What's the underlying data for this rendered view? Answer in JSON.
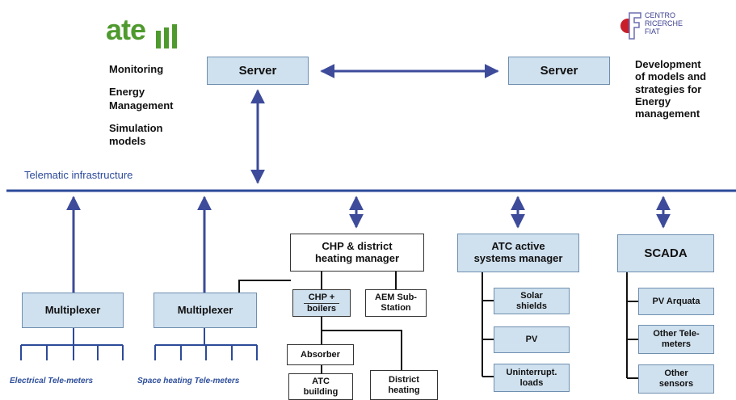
{
  "logos": {
    "ate_logo_text": "ate",
    "crf_line1": "CENTRO",
    "crf_line2": "RICERCHE",
    "crf_line3": "FIAT"
  },
  "left_notes": {
    "item1": "Monitoring",
    "item2a": "Energy",
    "item2b": "Management",
    "item3a": "Simulation",
    "item3b": "models"
  },
  "right_notes": {
    "line1": "Development",
    "line2": "of models and",
    "line3": "strategies for",
    "line4": "Energy",
    "line5": "management"
  },
  "servers": {
    "left": "Server",
    "right": "Server"
  },
  "telematic_label": "Telematic infrastructure",
  "multiplexers": {
    "m1": "Multiplexer",
    "m2": "Multiplexer"
  },
  "captions": {
    "electrical": "Electrical Tele-meters",
    "space_heating": "Space heating Tele-meters"
  },
  "chp": {
    "manager_line1": "CHP & district",
    "manager_line2": "heating manager",
    "boilers_line1": "CHP +",
    "boilers_line2": "boilers",
    "aem_line1": "AEM Sub-",
    "aem_line2": "Station",
    "absorber": "Absorber",
    "atc_building_line1": "ATC",
    "atc_building_line2": "building",
    "district_line1": "District",
    "district_line2": "heating"
  },
  "atc": {
    "manager_line1": "ATC active",
    "manager_line2": "systems manager",
    "solar_line1": "Solar",
    "solar_line2": "shields",
    "pv": "PV",
    "loads_line1": "Uninterrupt.",
    "loads_line2": "loads"
  },
  "scada": {
    "title": "SCADA",
    "pv_arquata": "PV Arquata",
    "other_tele_line1": "Other Tele-",
    "other_tele_line2": "meters",
    "other_sensors_line1": "Other",
    "other_sensors_line2": "sensors"
  },
  "colors": {
    "arrow": "#3d4b9a",
    "box_fill": "#cfe0ee",
    "box_border": "#6f8fb0",
    "logo_green": "#4f9a2e",
    "logo_red": "#c8202a",
    "telematic_line": "#2c4a9a"
  }
}
